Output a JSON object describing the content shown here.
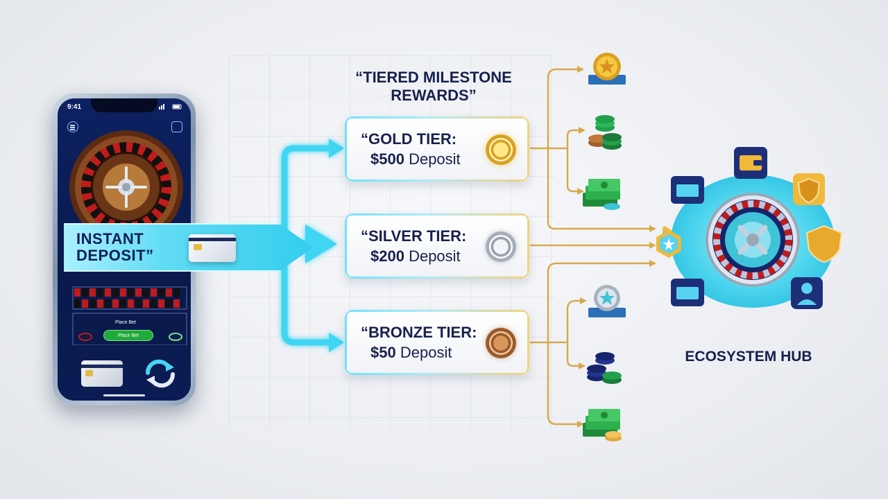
{
  "diagram": {
    "title_line1": "“TIERED MILESTONE",
    "title_line2": "REWARDS”",
    "instant_deposit_line1": "INSTANT",
    "instant_deposit_line2": "DEPOSIT”",
    "hub_label": "ECOSYSTEM HUB"
  },
  "phone": {
    "time": "9:41",
    "place_bet_1": "Place Bet",
    "place_bet_2": "Place Bet"
  },
  "tiers": [
    {
      "name": "“GOLD TIER:",
      "amount": "$500",
      "deposit_word": "Deposit",
      "chip": "gold-chip-icon"
    },
    {
      "name": "“SILVER TIER:",
      "amount": "$200",
      "deposit_word": "Deposit",
      "chip": "silver-chip-icon"
    },
    {
      "name": "“BRONZE TIER:",
      "amount": "$50",
      "deposit_word": "Deposit",
      "chip": "bronze-chip-icon"
    }
  ],
  "colors": {
    "navy": "#17204d",
    "cyan": "#33cdee",
    "gold": "#d9a11f",
    "connector_gold": "#d8a94a"
  }
}
